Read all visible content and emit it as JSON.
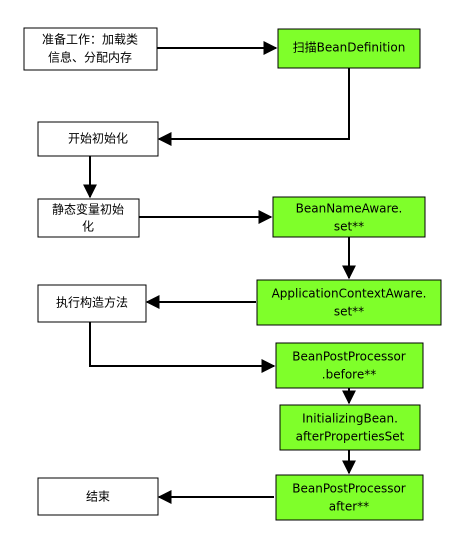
{
  "nodes": {
    "prep": {
      "lines": [
        "准备工作：加载类",
        "信息、分配内存"
      ],
      "color": "#ffffff"
    },
    "scan": {
      "lines": [
        "扫描BeanDefinition"
      ],
      "color": "#7fff2a"
    },
    "start_init": {
      "lines": [
        "开始初始化"
      ],
      "color": "#ffffff"
    },
    "static_init": {
      "lines": [
        "静态变量初始",
        "化"
      ],
      "color": "#ffffff"
    },
    "bean_name_aware": {
      "lines": [
        "BeanNameAware.",
        "set**"
      ],
      "color": "#7fff2a"
    },
    "app_ctx_aware": {
      "lines": [
        "ApplicationContextAware.",
        "set**"
      ],
      "color": "#7fff2a"
    },
    "constructor": {
      "lines": [
        "执行构造方法"
      ],
      "color": "#ffffff"
    },
    "bpp_before": {
      "lines": [
        "BeanPostProcessor",
        ".before**"
      ],
      "color": "#7fff2a"
    },
    "initializing_bean": {
      "lines": [
        "InitializingBean.",
        "afterPropertiesSet"
      ],
      "color": "#7fff2a"
    },
    "bpp_after": {
      "lines": [
        "BeanPostProcessor",
        "after**"
      ],
      "color": "#7fff2a"
    },
    "end": {
      "lines": [
        "结束"
      ],
      "color": "#ffffff"
    }
  },
  "edges": [
    [
      "prep",
      "scan"
    ],
    [
      "scan",
      "start_init"
    ],
    [
      "start_init",
      "static_init"
    ],
    [
      "static_init",
      "bean_name_aware"
    ],
    [
      "bean_name_aware",
      "app_ctx_aware"
    ],
    [
      "app_ctx_aware",
      "constructor"
    ],
    [
      "constructor",
      "bpp_before"
    ],
    [
      "bpp_before",
      "initializing_bean"
    ],
    [
      "initializing_bean",
      "bpp_after"
    ],
    [
      "bpp_after",
      "end"
    ]
  ]
}
